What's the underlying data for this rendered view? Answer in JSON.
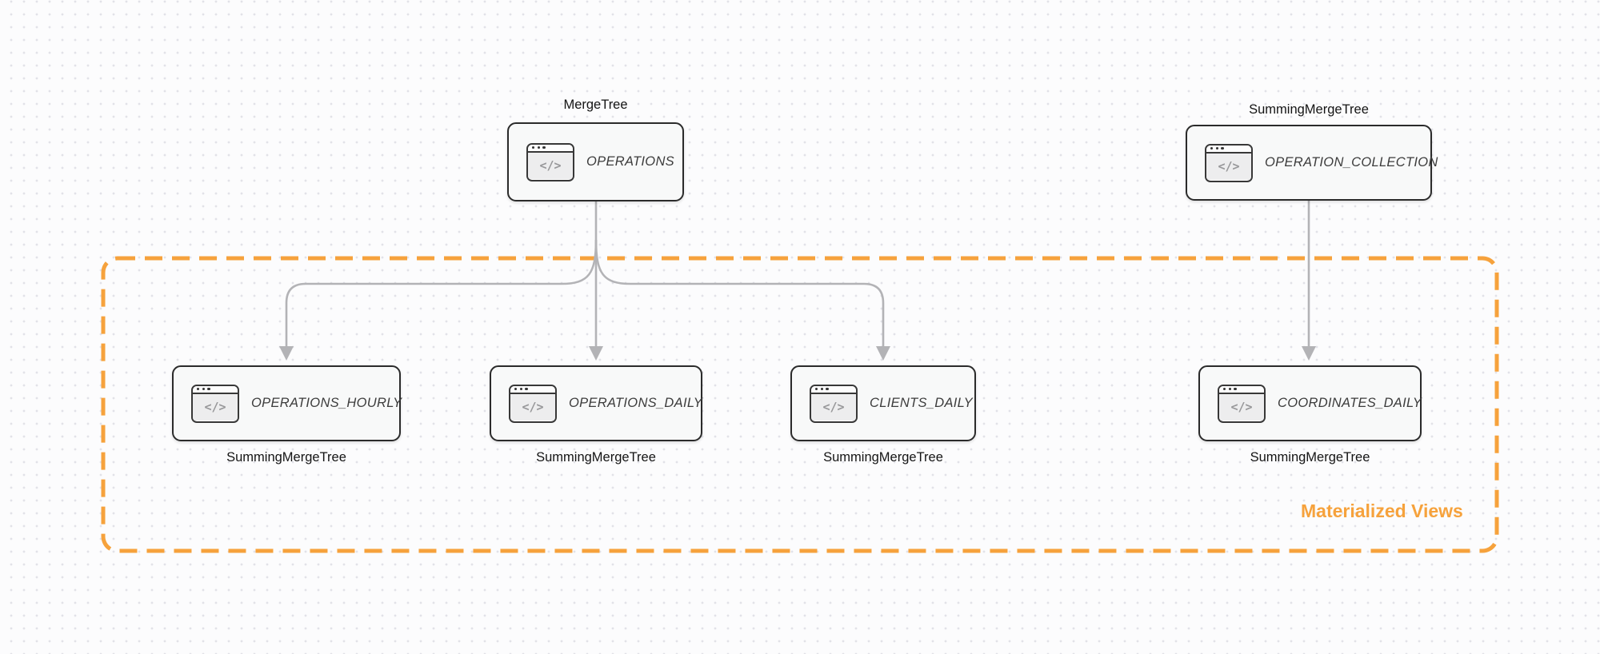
{
  "group": {
    "label": "Materialized Views"
  },
  "icons": {
    "code_window": "</>"
  },
  "colors": {
    "accent_orange": "#f6a23c",
    "node_border": "#2b2b2b",
    "node_background": "#f8f9f9",
    "edge_gray": "#b3b3b6"
  },
  "nodes": [
    {
      "id": "operations",
      "text": "OPERATIONS",
      "engine": "MergeTree",
      "engine_position": "above"
    },
    {
      "id": "operation-collection",
      "text": "OPERATION_COLLECTION",
      "engine": "SummingMergeTree",
      "engine_position": "above"
    },
    {
      "id": "operations-hourly",
      "text": "OPERATIONS_HOURLY",
      "engine": "SummingMergeTree",
      "engine_position": "below"
    },
    {
      "id": "operations-daily",
      "text": "OPERATIONS_DAILY",
      "engine": "SummingMergeTree",
      "engine_position": "below"
    },
    {
      "id": "clients-daily",
      "text": "CLIENTS_DAILY",
      "engine": "SummingMergeTree",
      "engine_position": "below"
    },
    {
      "id": "coordinates-daily",
      "text": "COORDINATES_DAILY",
      "engine": "SummingMergeTree",
      "engine_position": "below"
    }
  ]
}
